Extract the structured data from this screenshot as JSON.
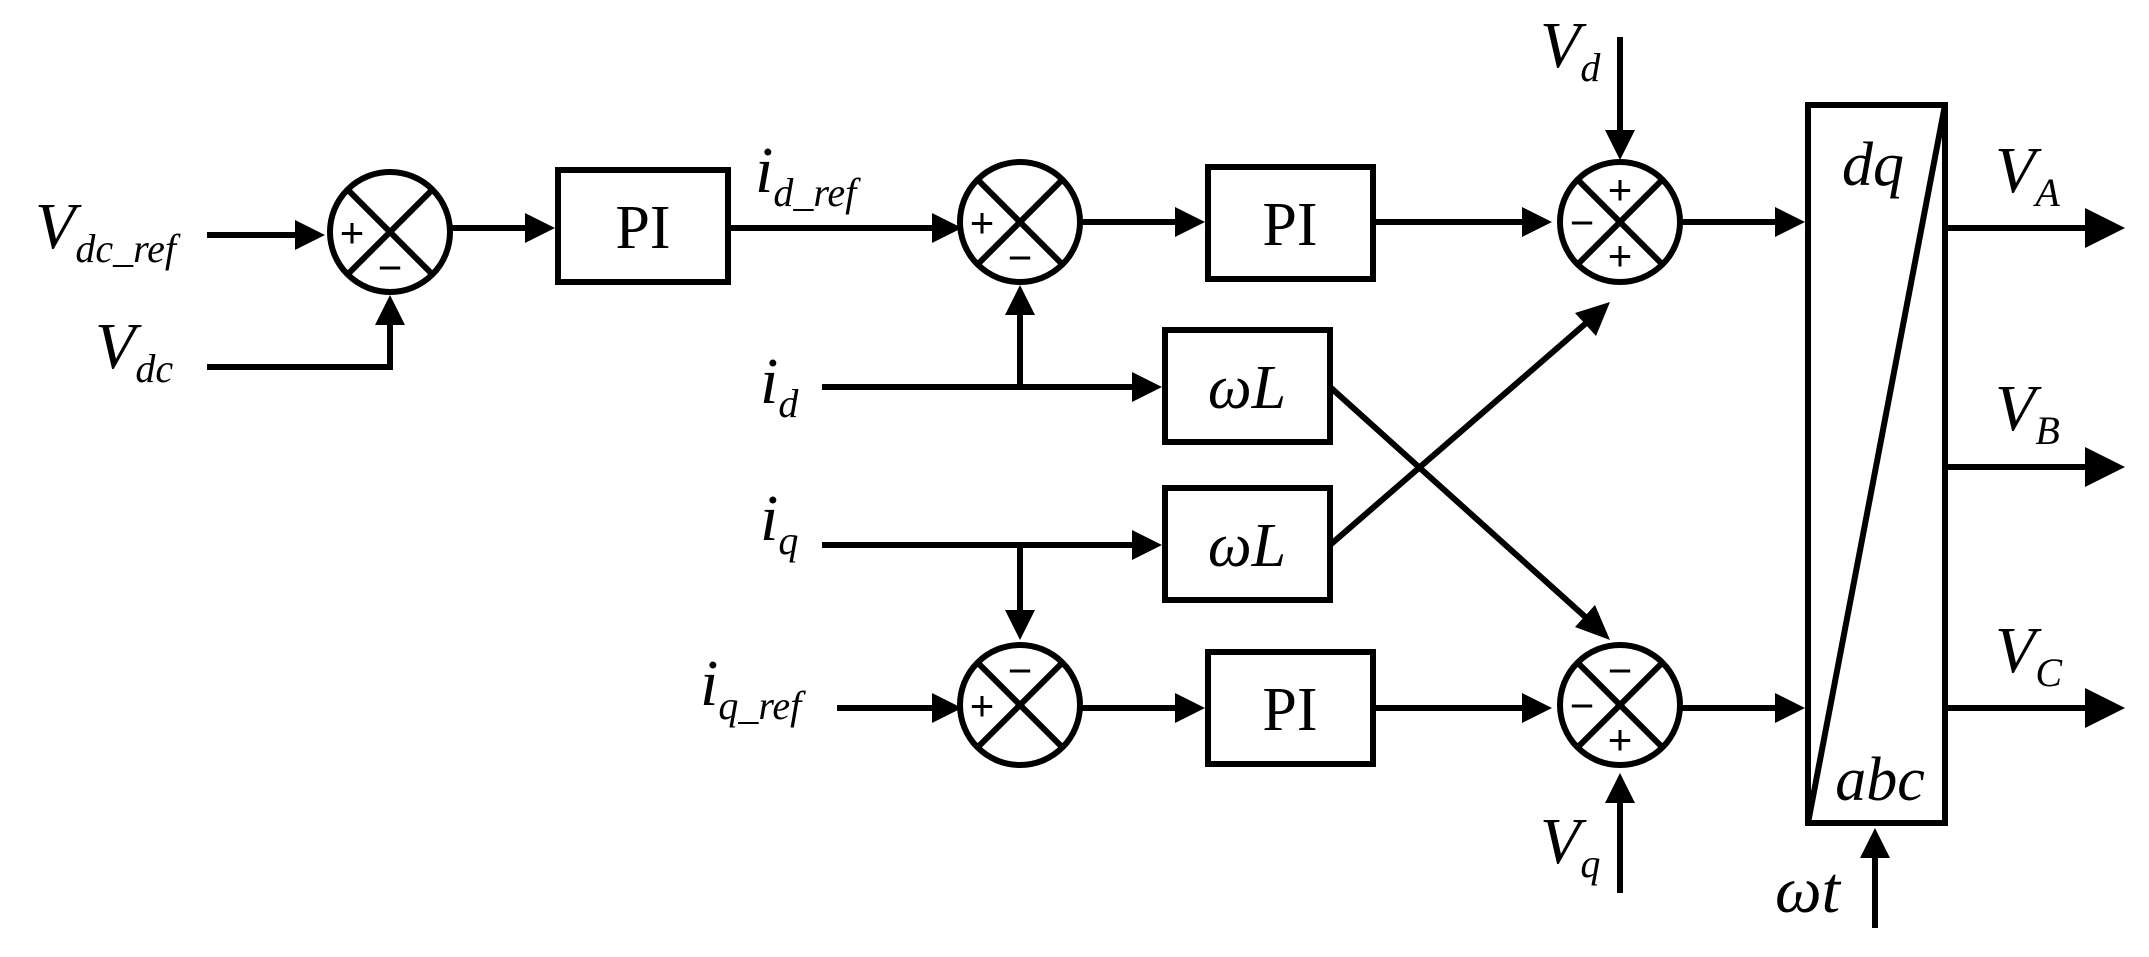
{
  "inputs": {
    "vdc_ref": {
      "main": "V",
      "sub": "dc_ref"
    },
    "vdc": {
      "main": "V",
      "sub": "dc"
    },
    "id_ref": {
      "main": "i",
      "sub": "d_ref"
    },
    "id": {
      "main": "i",
      "sub": "d"
    },
    "iq": {
      "main": "i",
      "sub": "q"
    },
    "iq_ref": {
      "main": "i",
      "sub": "q_ref"
    },
    "vd": {
      "main": "V",
      "sub": "d"
    },
    "vq": {
      "main": "V",
      "sub": "q"
    },
    "wt": "ωt"
  },
  "outputs": {
    "va": {
      "main": "V",
      "sub": "A"
    },
    "vb": {
      "main": "V",
      "sub": "B"
    },
    "vc": {
      "main": "V",
      "sub": "C"
    }
  },
  "blocks": {
    "pi_label": "PI",
    "wl_label": "ωL",
    "transform_top": "dq",
    "transform_bottom": "abc"
  },
  "signs": {
    "plus": "+",
    "minus": "−"
  }
}
